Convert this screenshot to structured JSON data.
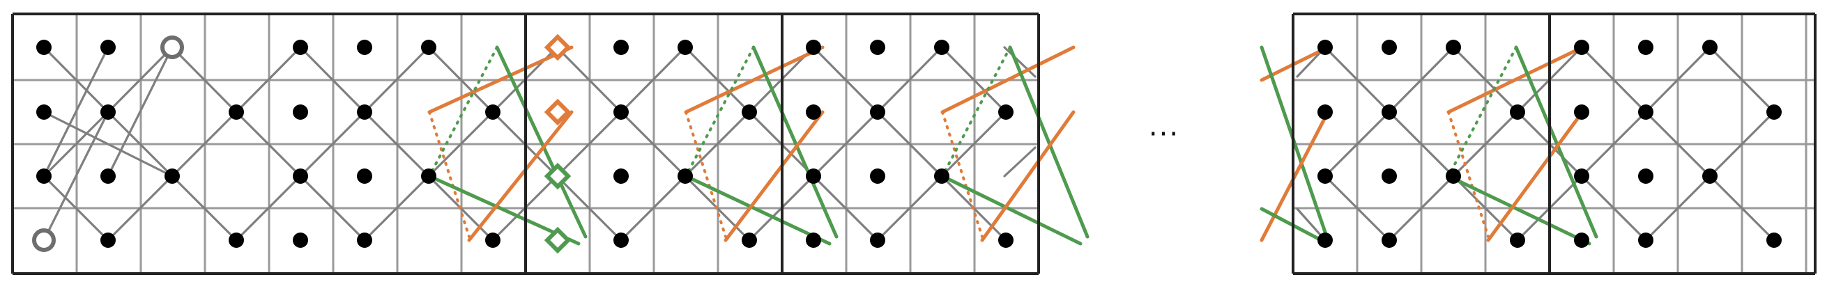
{
  "diagram": {
    "ellipsis": "···",
    "colors": {
      "grid": "#9a9a9a",
      "block_border": "#222222",
      "wire": "#7f7f7f",
      "node": "#000000",
      "orange": "#e07b39",
      "green": "#4e9a4e",
      "start_node": "#6e6e6e"
    },
    "node_shapes": {
      "regular": "filled-circle",
      "start": "hollow-circle",
      "boundary_orange": "hollow-diamond",
      "boundary_green": "hollow-diamond"
    }
  }
}
